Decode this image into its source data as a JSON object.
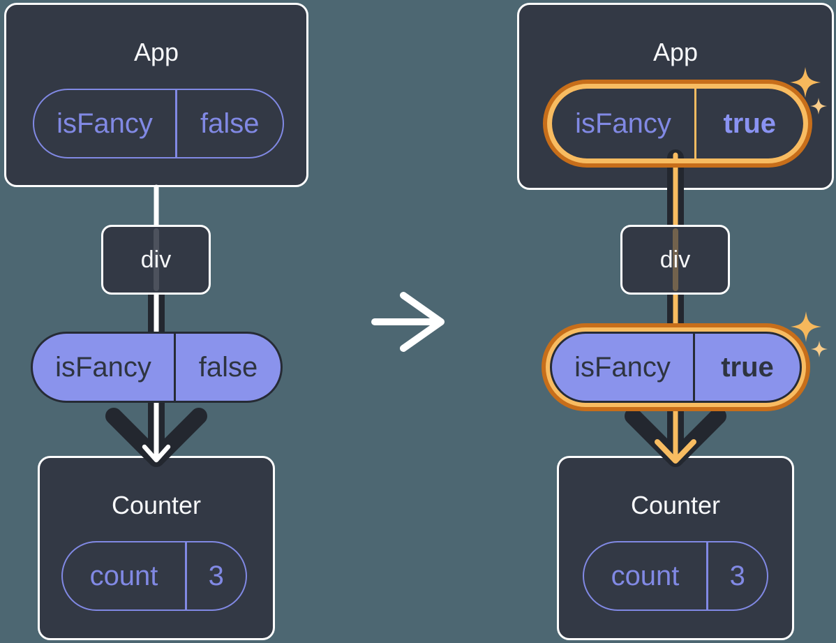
{
  "left_tree": {
    "app": {
      "title": "App",
      "state": {
        "name": "isFancy",
        "value": "false"
      }
    },
    "div_node": {
      "label": "div"
    },
    "prop": {
      "name": "isFancy",
      "value": "false"
    },
    "counter": {
      "title": "Counter",
      "state": {
        "name": "count",
        "value": "3"
      }
    }
  },
  "right_tree": {
    "app": {
      "title": "App",
      "state": {
        "name": "isFancy",
        "value": "true"
      }
    },
    "div_node": {
      "label": "div"
    },
    "prop": {
      "name": "isFancy",
      "value": "true"
    },
    "counter": {
      "title": "Counter",
      "state": {
        "name": "count",
        "value": "3"
      }
    }
  },
  "icons": {
    "transition": "arrow-right-icon",
    "prop_flow": "arrow-down-icon",
    "sparkle": "sparkle-icon"
  },
  "colors": {
    "background": "#4D6772",
    "card": "#333945",
    "card_border": "#FFFFFF",
    "purple_outline": "#8189E4",
    "purple_fill": "#8A93EC",
    "dark_arrow": "#23272F",
    "highlight_ring_outer": "#C76E1A",
    "highlight_ring_inner": "#F8BC61",
    "sparkle_big": "#F6B85C",
    "sparkle_small": "#FACD8A",
    "white_arrow": "#FFFFFF"
  }
}
